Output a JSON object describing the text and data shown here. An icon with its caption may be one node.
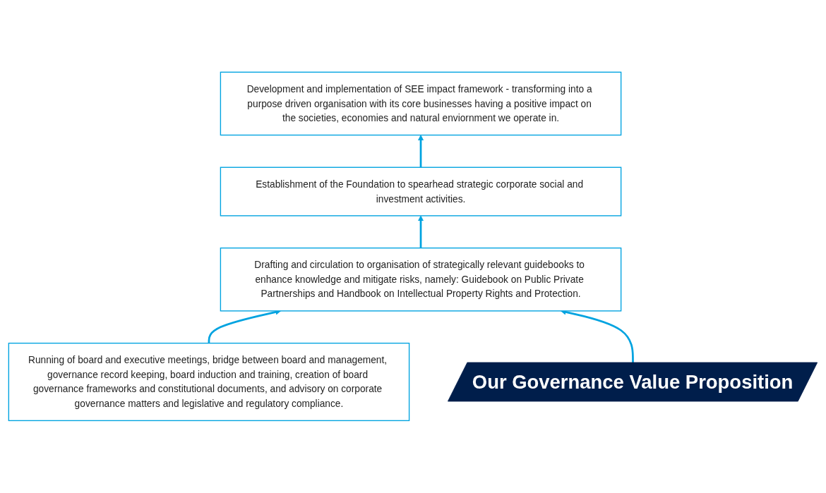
{
  "diagram": {
    "nodes": [
      {
        "text": [
          "Our Governance Value Proposition"
        ]
      },
      {
        "text": [
          "Development and implementation of SEE impact framework - transforming into a purpose driven organisation with its core businesses having a positive impact on the societies, economies and natural enviornment we operate in."
        ]
      },
      {
        "text": [
          "Establishment of the Foundation to spearhead strategic corporate social and investment activities."
        ]
      },
      {
        "text": [
          "Drafting and circulation to organisation of strategically relevant guidebooks to enhance knowledge and mitigate risks, namely: Guidebook on Public Private Partnerships and Handbook on Intellectual Property Rights and Protection."
        ]
      },
      {
        "text": [
          "Running of board and executive meetings, bridge between board and management, governance record keeping, board induction and training, creation of board governance frameworks and constitutional documents, and advisory on corporate governance matters and legislative and regulatory compliance."
        ]
      }
    ],
    "edges": [
      {
        "from": 4,
        "to": 3,
        "arrow": "to"
      },
      {
        "from": 3,
        "to": 2,
        "arrow": "to"
      },
      {
        "from": 2,
        "to": 1,
        "arrow": "to"
      },
      {
        "from": 0,
        "to": 3,
        "arrow": "to"
      }
    ]
  }
}
